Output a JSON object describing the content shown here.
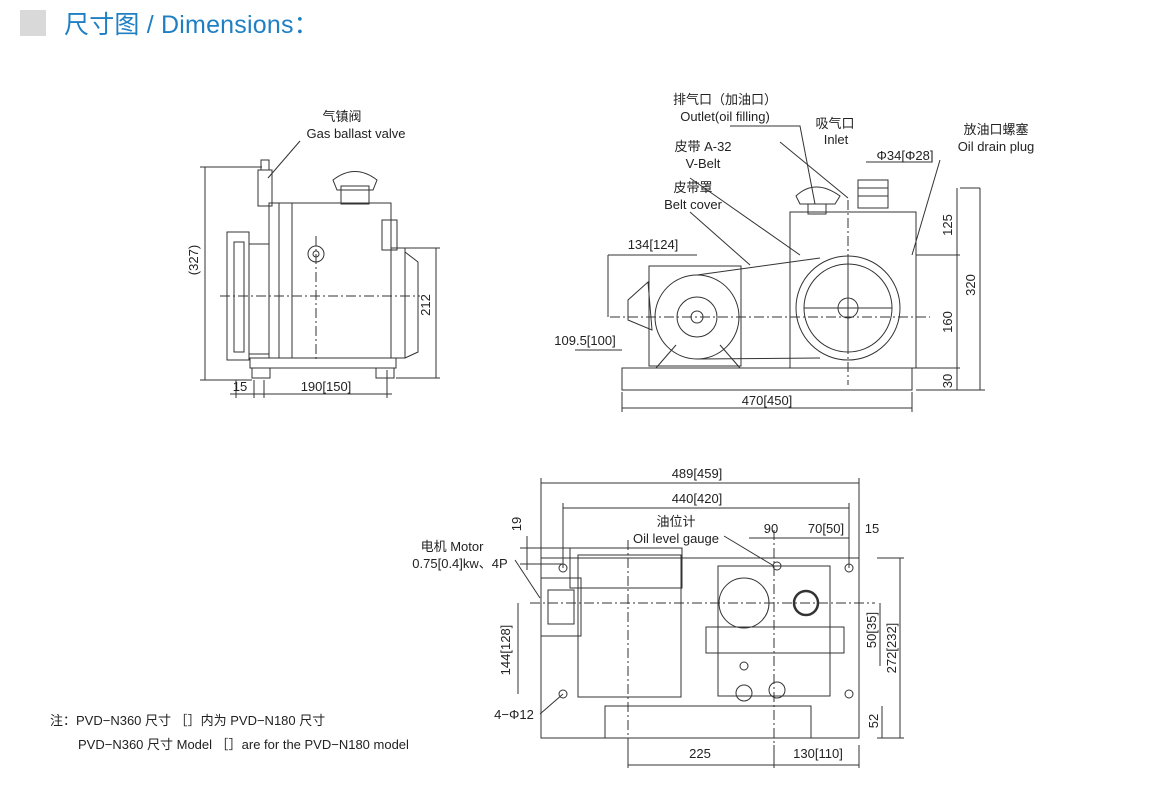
{
  "header": {
    "title": "尺寸图 / Dimensions："
  },
  "labels": {
    "gas_ballast_zh": "气镇阀",
    "gas_ballast_en": "Gas ballast valve",
    "outlet_zh": "排气口（加油口）",
    "outlet_en": "Outlet(oil filling)",
    "inlet_zh": "吸气口",
    "inlet_en": "Inlet",
    "drain_zh": "放油口螺塞",
    "drain_en": "Oil drain plug",
    "vbelt_zh": "皮带  A-32",
    "vbelt_en": "V-Belt",
    "beltcover_zh": "皮带罩",
    "beltcover_en": "Belt cover",
    "oilgauge_zh": "油位计",
    "oilgauge_en": "Oil level gauge",
    "motor_1": "电机 Motor",
    "motor_2": "0.75[0.4]kw、4P"
  },
  "dims": {
    "d327": "(327)",
    "d212": "212",
    "d15a": "15",
    "d190": "190[150]",
    "d134": "134[124]",
    "d109": "109.5[100]",
    "d470": "470[450]",
    "d125": "125",
    "d160": "160",
    "d30": "30",
    "d320": "320",
    "dphi34": "Φ34[Φ28]",
    "d489": "489[459]",
    "d440": "440[420]",
    "d19": "19",
    "d90": "90",
    "d70": "70[50]",
    "d15b": "15",
    "d144": "144[128]",
    "dholes": "4−Φ12",
    "d225": "225",
    "d130": "130[110]",
    "d50": "50[35]",
    "d272": "272[232]",
    "d52": "52"
  },
  "notes": {
    "line1": "注：PVD−N360 尺寸 ［］内为 PVD−N180 尺寸",
    "line2": "PVD−N360 尺寸 Model ［］are for the PVD−N180 model"
  }
}
